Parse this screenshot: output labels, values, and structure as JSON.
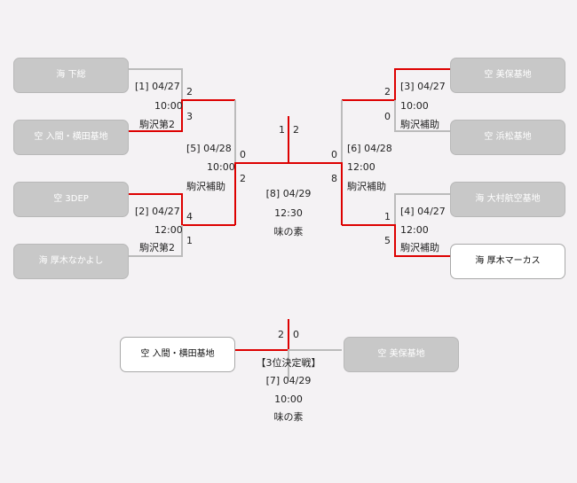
{
  "teams": {
    "t1": "海 下総",
    "t2": "空 入間・横田基地",
    "t3": "空 3DEP",
    "t4": "海 厚木なかよし",
    "t5": "空 美保基地",
    "t6": "空 浜松基地",
    "t7": "海 大村航空基地",
    "t8": "海 厚木マーカス",
    "b1": "空 入間・横田基地",
    "b2": "空 美保基地"
  },
  "games": {
    "g1": {
      "label": "[1] 04/27",
      "time": "10:00",
      "venue": "駒沢第2",
      "score_top": "2",
      "score_bottom": "3"
    },
    "g2": {
      "label": "[2] 04/27",
      "time": "12:00",
      "venue": "駒沢第2",
      "score_top": "4",
      "score_bottom": "1"
    },
    "g3": {
      "label": "[3] 04/27",
      "time": "10:00",
      "venue": "駒沢補助",
      "score_top": "2",
      "score_bottom": "0"
    },
    "g4": {
      "label": "[4] 04/27",
      "time": "12:00",
      "venue": "駒沢補助",
      "score_top": "1",
      "score_bottom": "5"
    },
    "g5": {
      "label": "[5] 04/28",
      "time": "10:00",
      "venue": "駒沢補助",
      "score_top": "0",
      "score_bottom": "2"
    },
    "g6": {
      "label": "[6] 04/28",
      "time": "12:00",
      "venue": "駒沢補助",
      "score_top": "0",
      "score_bottom": "8"
    },
    "g8": {
      "label": "[8] 04/29",
      "time": "12:30",
      "venue": "味の素",
      "score_left": "1",
      "score_right": "2"
    },
    "g7": {
      "title": "【3位決定戦】",
      "label": "[7] 04/29",
      "time": "10:00",
      "venue": "味の素",
      "score_left": "2",
      "score_right": "0"
    }
  },
  "colors": {
    "win_line": "#dd0000",
    "lose_line": "#bbbbbb"
  }
}
